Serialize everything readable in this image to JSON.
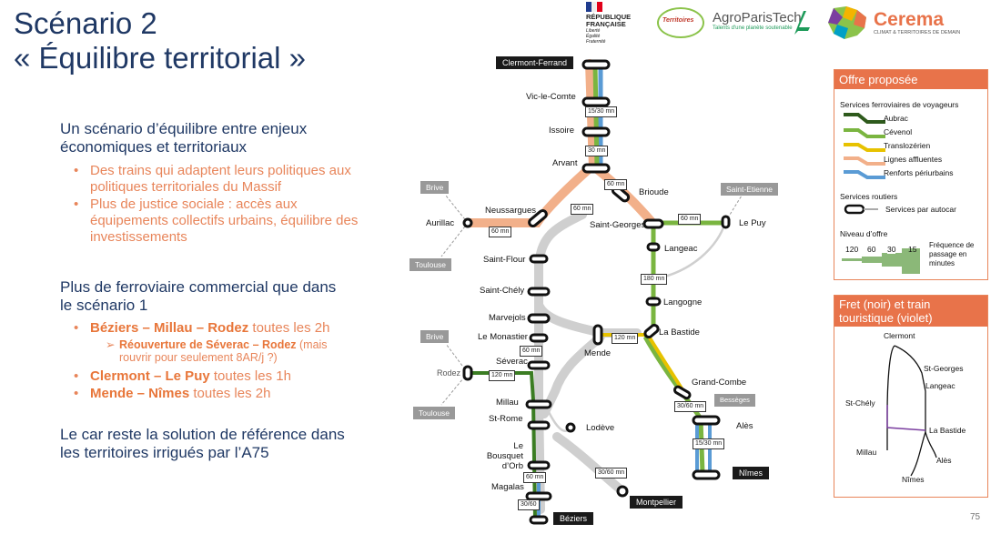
{
  "title": {
    "line1": "Scénario 2",
    "line2": "« Équilibre territorial »"
  },
  "left": {
    "p1": "Un scénario d’équilibre entre enjeux économiques et territoriaux",
    "b1": "Des trains qui adaptent leurs politiques aux politiques territoriales du Massif",
    "b2": "Plus de justice sociale : accès aux équipements collectifs urbains, équilibre des investissements",
    "p2": "Plus de ferroviaire commercial que dans le scénario 1",
    "b3_hl": "Béziers – Millau – Rodez",
    "b3_rest": " toutes les 2h",
    "s1_hl": "Réouverture de Séverac – Rodez",
    "s1_rest": " (mais rouvrir pour seulement 8AR/j ?)",
    "b4_hl": "Clermont – Le Puy",
    "b4_rest": " toutes les 1h",
    "b5_hl": "Mende – Nîmes",
    "b5_rest": " toutes les 2h",
    "p3": "Le car reste la solution de référence dans les territoires irrigués par l’A75"
  },
  "logos": {
    "rf1": "RÉPUBLIQUE",
    "rf2": "FRANÇAISE",
    "rf3": "Liberté",
    "rf4": "Égalité",
    "rf5": "Fraternité",
    "umr": "Territoires",
    "apt": "AgroParisTech",
    "apt_sub": "Talents d'une planète soutenable",
    "cerema": "Cerema",
    "cerema_sub": "CLIMAT & TERRITOIRES DE DEMAIN"
  },
  "map": {
    "dark_labels": [
      "Clermont-Ferrand",
      "Nîmes",
      "Montpellier",
      "Béziers"
    ],
    "grey_labels": [
      "Brive",
      "Saint-Etienne",
      "Toulouse",
      "Brive",
      "Rodez",
      "Toulouse",
      "Bessèges"
    ],
    "stations": [
      "Vic-le-Comte",
      "Issoire",
      "Arvant",
      "Brioude",
      "Neussargues",
      "Saint-Georges",
      "Le Puy",
      "Aurillac",
      "Langeac",
      "Saint-Flour",
      "Saint-Chély",
      "Langogne",
      "Marvejols",
      "Le Monastier",
      "La Bastide",
      "Mende",
      "Séverac",
      "Grand-Combe",
      "Millau",
      "St-Rome",
      "Lodève",
      "Alès",
      "Le Bousquet d’Orb",
      "Magalas"
    ],
    "tags": [
      "15/30 mn",
      "30 mn",
      "60 mn",
      "60 mn",
      "60 mn",
      "60 mn",
      "180 mn",
      "120 mn",
      "60 mn",
      "120 mn",
      "30/60 mn",
      "15/30 mn",
      "30/60 mn",
      "60 mn",
      "30/60"
    ]
  },
  "legend": {
    "header": "Offre proposée",
    "rail_title": "Services ferroviaires de voyageurs",
    "rail_items": [
      {
        "label": "Aubrac",
        "color": "#2e5a1c"
      },
      {
        "label": "Cévenol",
        "color": "#7ab540"
      },
      {
        "label": "Translozérien",
        "color": "#e7c200"
      },
      {
        "label": "Lignes affluentes",
        "color": "#f2b08a"
      },
      {
        "label": "Renforts périurbains",
        "color": "#5a9bd5"
      }
    ],
    "road_title": "Services routiers",
    "road_item": "Services par autocar",
    "level_title": "Niveau d’offre",
    "levels": [
      "120",
      "60",
      "30",
      "15"
    ],
    "freq": "Fréquence de passage en minutes"
  },
  "freight": {
    "header": "Fret (noir) et train touristique (violet)",
    "labels": [
      "Clermont",
      "St-Georges",
      "Langeac",
      "St-Chély",
      "La Bastide",
      "Millau",
      "Alès",
      "Nîmes"
    ]
  },
  "page_number": "75"
}
